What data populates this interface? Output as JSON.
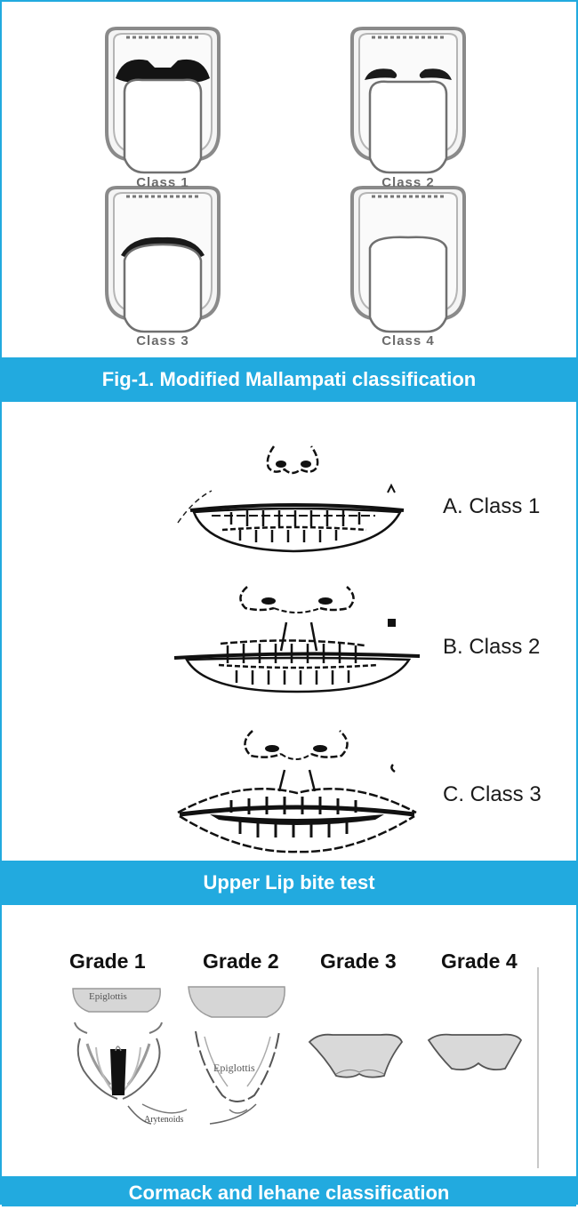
{
  "figure1": {
    "caption": "Fig-1. Modified Mallampati classification",
    "classes": [
      "Class 1",
      "Class 2",
      "Class 3",
      "Class 4"
    ]
  },
  "figure2": {
    "caption": "Upper Lip bite test",
    "labels": [
      "A. Class 1",
      "B. Class 2",
      "C. Class 3"
    ]
  },
  "figure3": {
    "caption": "Cormack and lehane classification",
    "grades": [
      "Grade 1",
      "Grade 2",
      "Grade 3",
      "Grade 4"
    ],
    "annotations": [
      "Epiglottis",
      "Epiglottis",
      "Arytenoids"
    ]
  },
  "colors": {
    "accent": "#22aadf",
    "caption_text": "#ffffff"
  }
}
